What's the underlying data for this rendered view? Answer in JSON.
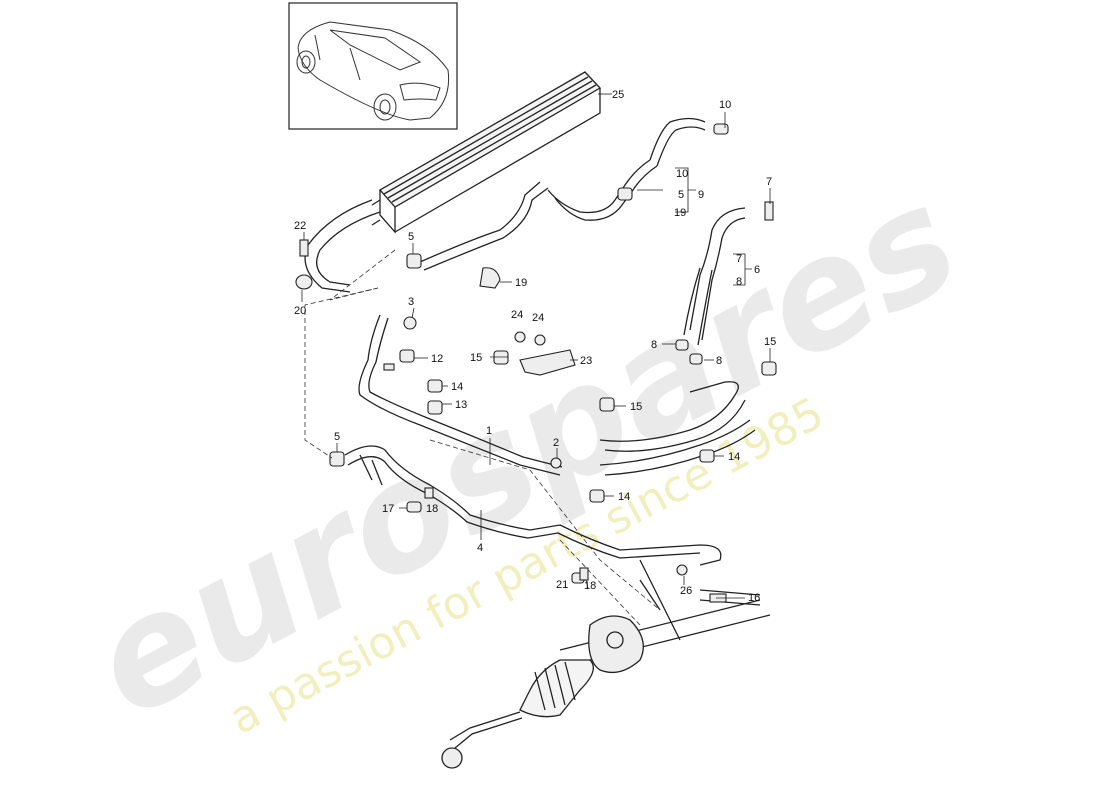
{
  "watermark": {
    "brand": "eurospares",
    "tagline": "a passion for parts since 1985"
  },
  "callouts": {
    "c1": "1",
    "c2": "2",
    "c3": "3",
    "c4": "4",
    "c5a": "5",
    "c5b": "5",
    "c5c": "5",
    "c6": "6",
    "c7a": "7",
    "c7b": "7",
    "c8a": "8",
    "c8b": "8",
    "c8c": "8",
    "c9": "9",
    "c10a": "10",
    "c10b": "10",
    "c12": "12",
    "c13": "13",
    "c14a": "14",
    "c14b": "14",
    "c14c": "14",
    "c15a": "15",
    "c15b": "15",
    "c15c": "15",
    "c16": "16",
    "c17": "17",
    "c18a": "18",
    "c18b": "18",
    "c19a": "19",
    "c19b": "19",
    "c20": "20",
    "c21": "21",
    "c22": "22",
    "c23": "23",
    "c24a": "24",
    "c24b": "24",
    "c25": "25",
    "c26": "26"
  }
}
